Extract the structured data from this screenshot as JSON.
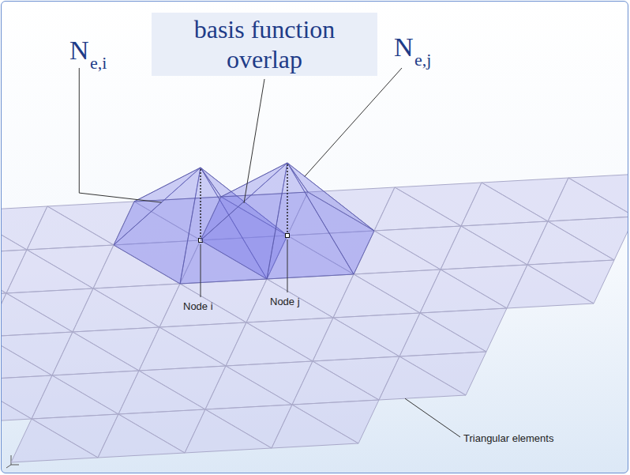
{
  "diagram": {
    "labels": [
      "N",
      "e,i",
      "basis function overlap",
      "N",
      "e,j",
      "Node i",
      "Node j",
      "Triangular elements"
    ]
  }
}
